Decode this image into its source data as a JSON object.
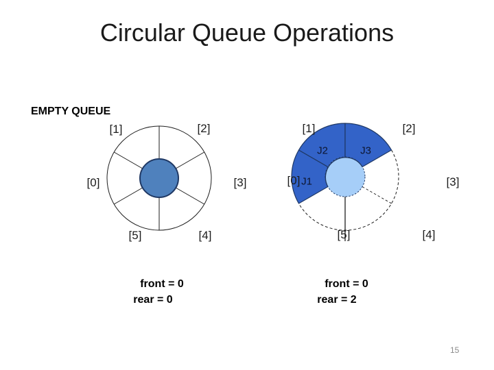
{
  "title": "Circular Queue Operations",
  "section_label": "EMPTY QUEUE",
  "page_number": "15",
  "colors": {
    "empty_center_fill": "#4F81BD",
    "navy_stroke": "#1F3864",
    "job_fill": "#3363C8",
    "filled_center_fill": "#A6CEF8",
    "line_black": "#1d1d1d"
  },
  "left_diagram": {
    "cell_labels": [
      "[0]",
      "[1]",
      "[2]",
      "[3]",
      "[4]",
      "[5]"
    ],
    "caption": {
      "line1": "front = 0",
      "line2": "rear = 0"
    }
  },
  "right_diagram": {
    "cell_labels": [
      "[0]",
      "[1]",
      "[2]",
      "[3]",
      "[4]",
      "[5]"
    ],
    "job_labels": [
      "J1",
      "J2",
      "J3"
    ],
    "caption": {
      "line1": "front = 0",
      "line2": "rear = 2"
    }
  }
}
